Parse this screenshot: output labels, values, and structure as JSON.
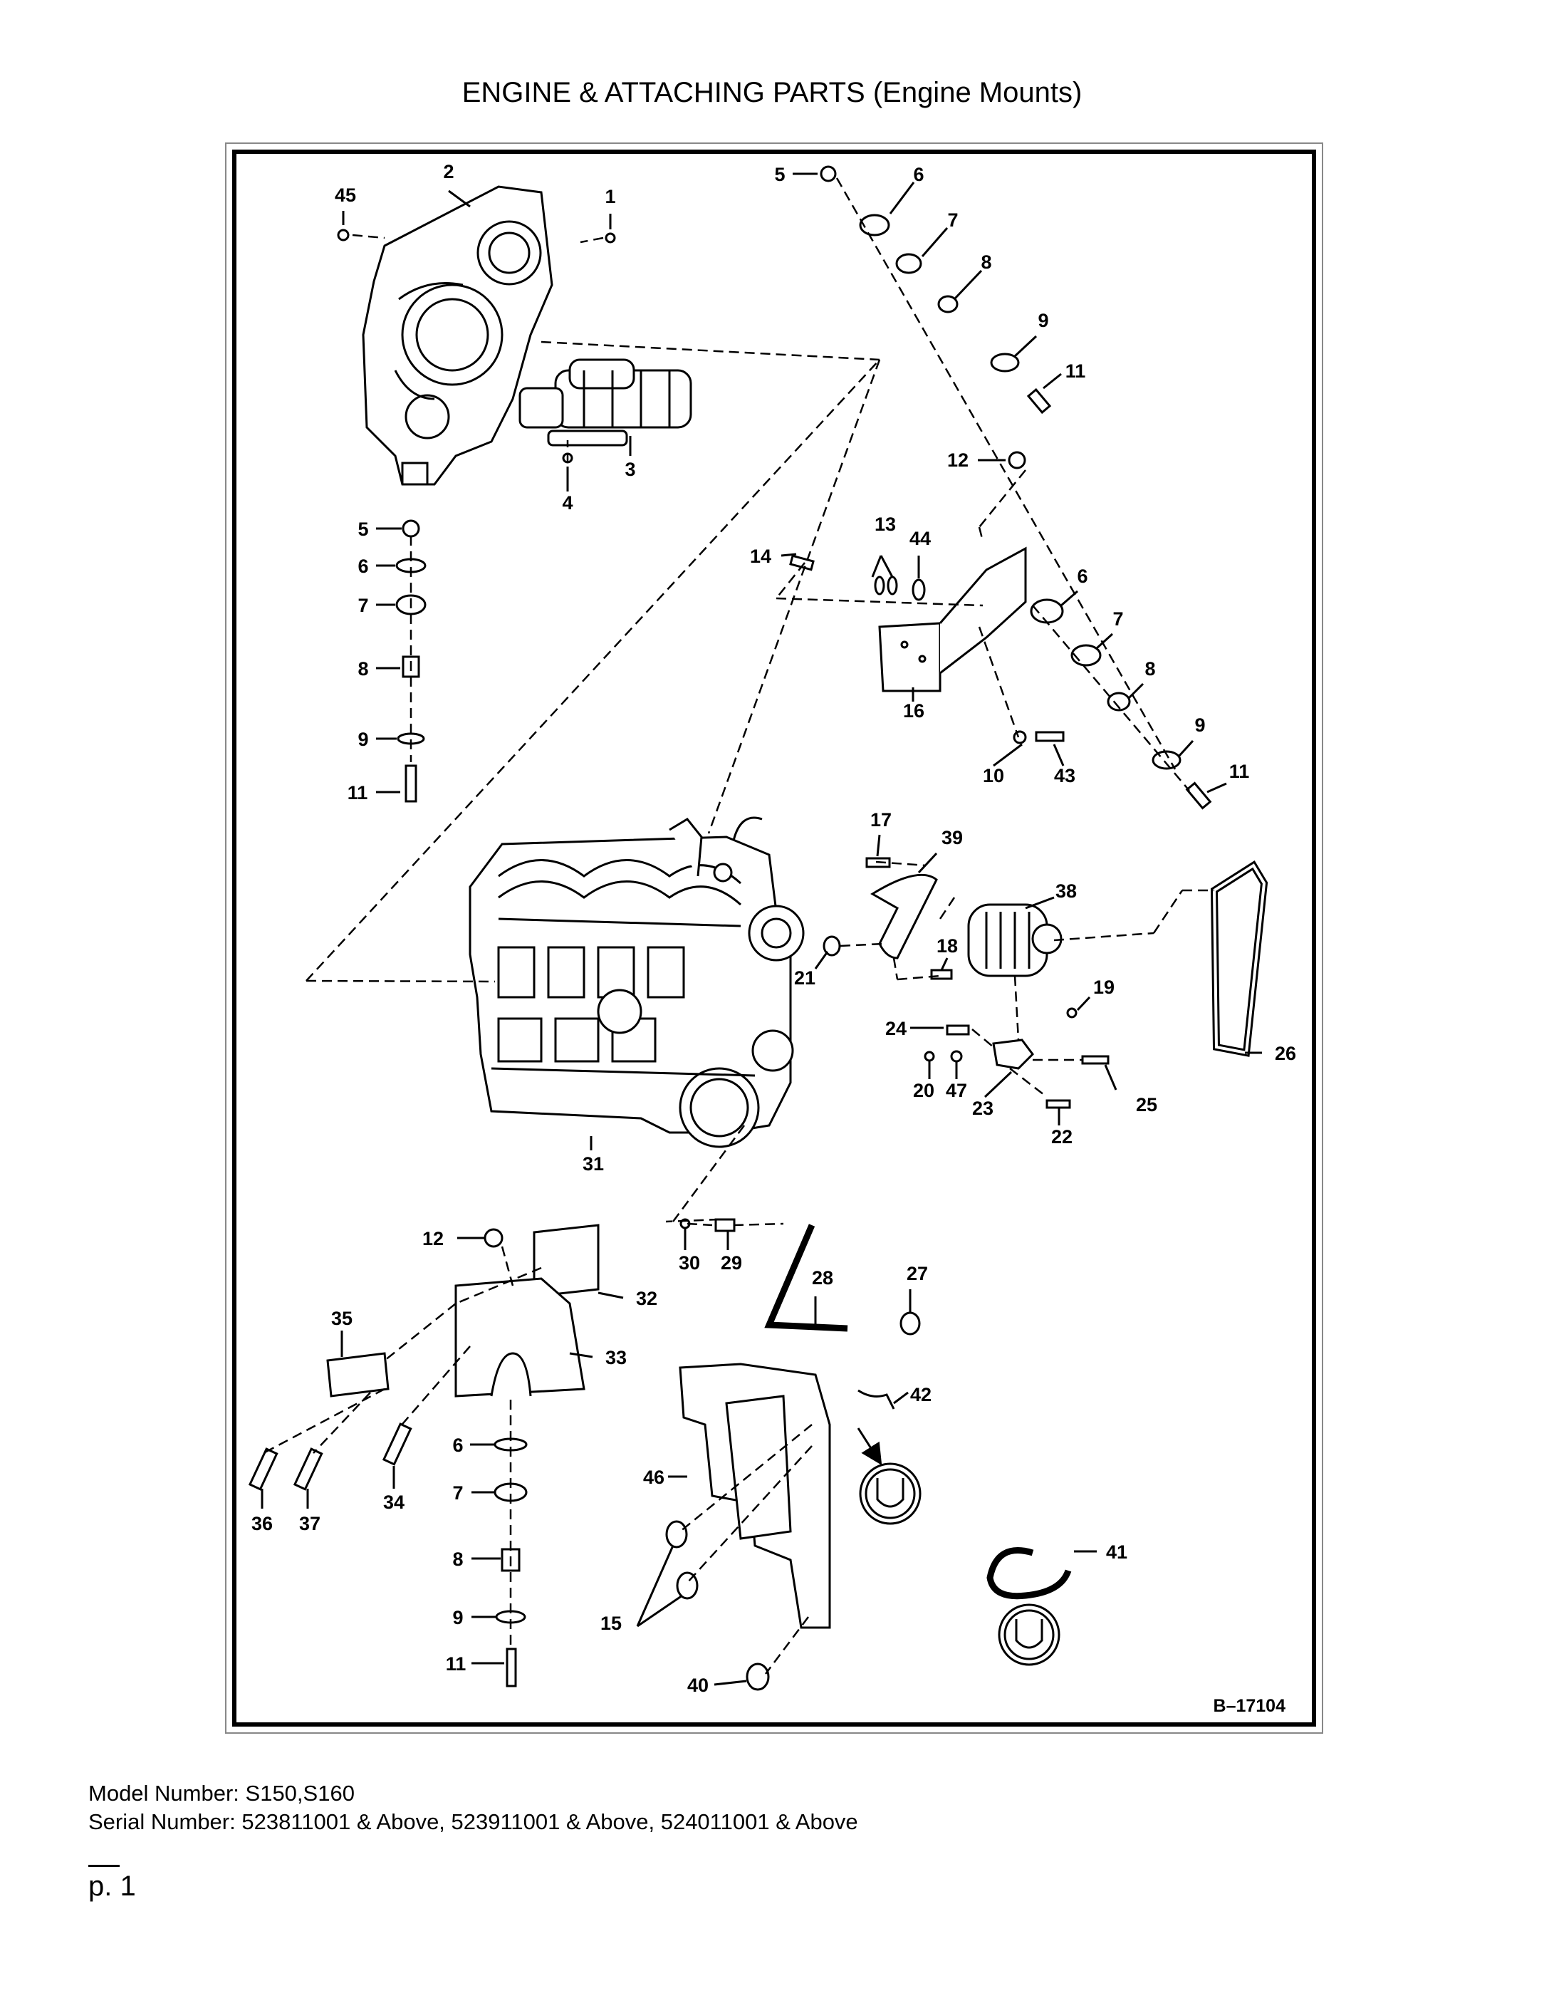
{
  "title": "ENGINE & ATTACHING PARTS (Engine Mounts)",
  "figure_id": "B–17104",
  "model_line": "Model Number: S150,S160",
  "serial_line": "Serial Number: 523811001 & Above, 523911001 & Above, 524011001 & Above",
  "page_label": "p. 1",
  "callouts": {
    "c45": "45",
    "c2": "2",
    "c1": "1",
    "c3": "3",
    "c4": "4",
    "c5a": "5",
    "c6a": "6",
    "c7a": "7",
    "c8a": "8",
    "c9a": "9",
    "c11a": "11",
    "c5b": "5",
    "c6b": "6",
    "c7b": "7",
    "c8b": "8",
    "c9b": "9",
    "c11b": "11",
    "c12a": "12",
    "c13": "13",
    "c44": "44",
    "c14": "14",
    "c16": "16",
    "c6c": "6",
    "c7c": "7",
    "c8c": "8",
    "c9c": "9",
    "c11c": "11",
    "c10": "10",
    "c43": "43",
    "c17": "17",
    "c39": "39",
    "c38": "38",
    "c18": "18",
    "c21": "21",
    "c19": "19",
    "c24": "24",
    "c26": "26",
    "c20": "20",
    "c47": "47",
    "c23": "23",
    "c25": "25",
    "c22": "22",
    "c31": "31",
    "c12b": "12",
    "c32": "32",
    "c30": "30",
    "c29": "29",
    "c28": "28",
    "c27": "27",
    "c35": "35",
    "c33": "33",
    "c42": "42",
    "c36": "36",
    "c37": "37",
    "c34": "34",
    "c46": "46",
    "c6d": "6",
    "c7d": "7",
    "c8d": "8",
    "c9d": "9",
    "c11d": "11",
    "c41": "41",
    "c15": "15",
    "c40": "40"
  }
}
